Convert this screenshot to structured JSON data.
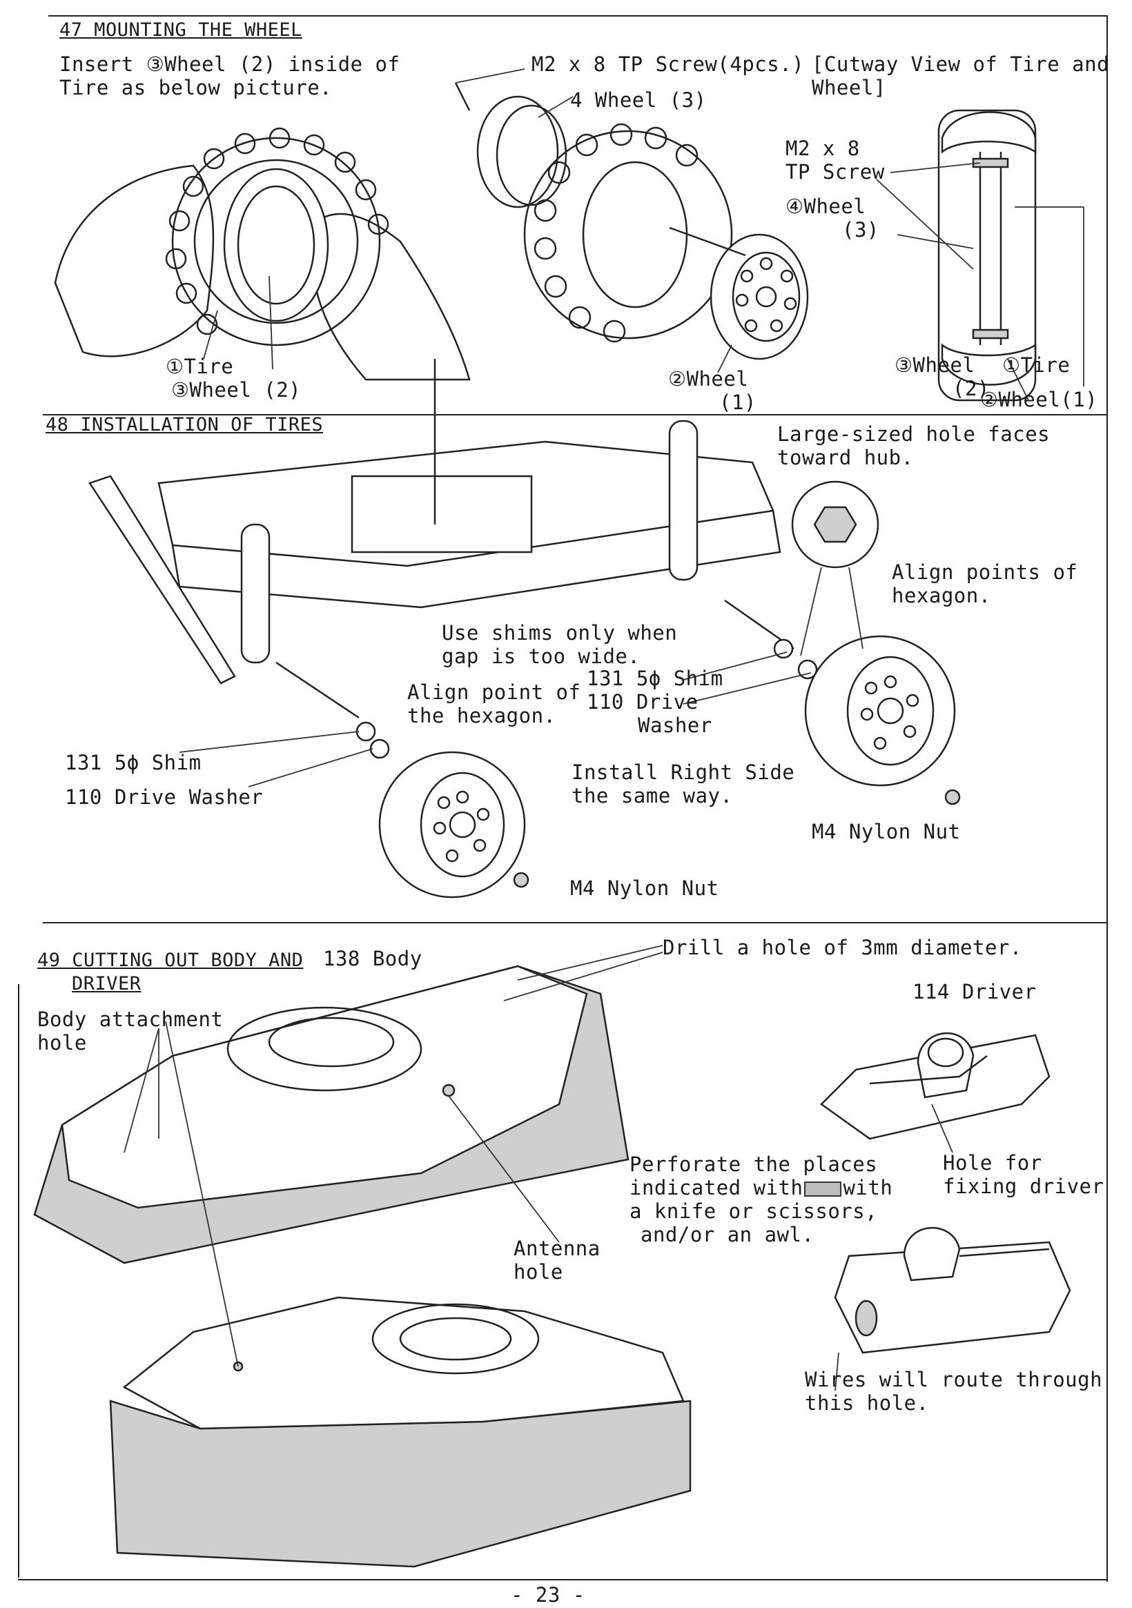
{
  "page_number": "- 23 -",
  "section47": {
    "title": "47 MOUNTING THE WHEEL",
    "instruction_line1": "Insert ③Wheel (2) inside of",
    "instruction_line2": "Tire as below picture.",
    "label_tire": "①Tire",
    "label_wheel2": "③Wheel (2)",
    "label_screw": "M2 x 8 TP Screw(4pcs.)",
    "label_wheel3": "4 Wheel (3)",
    "label_wheel1_a": "②Wheel",
    "label_wheel1_b": "(1)",
    "cutaway_title_a": "[Cutway View of Tire and",
    "cutaway_title_b": "Wheel]",
    "cutaway_screw_a": "M2 x 8",
    "cutaway_screw_b": "TP Screw",
    "cutaway_wheel3_a": "④Wheel",
    "cutaway_wheel3_b": "(3)",
    "cutaway_bottom_wheel": "③Wheel",
    "cutaway_bottom_tire": "①Tire",
    "cutaway_bottom_2": "(2)",
    "cutaway_bottom_wheel1": "②Wheel(1)"
  },
  "section48": {
    "title": "48 INSTALLATION OF TIRES",
    "large_hole_a": "Large-sized hole faces",
    "large_hole_b": "toward hub.",
    "align_points_a": "Align points of",
    "align_points_b": "hexagon.",
    "shims_a": "Use shims only when",
    "shims_b": "gap is too wide.",
    "right_shim": "131 5ϕ Shim",
    "right_drive_a": "110 Drive",
    "right_drive_b": "Washer",
    "align_point_a": "Align point of",
    "align_point_b": "the hexagon.",
    "left_shim": "131 5ϕ Shim",
    "left_drive": "110 Drive Washer",
    "install_right_a": "Install Right Side",
    "install_right_b": "the same way.",
    "nut_right": "M4 Nylon Nut",
    "nut_left": "M4 Nylon Nut"
  },
  "section49": {
    "title_a": "49 CUTTING OUT BODY AND",
    "title_b": "DRIVER",
    "body_label": "138 Body",
    "drill": "Drill a hole of 3mm diameter.",
    "attach_a": "Body attachment",
    "attach_b": "hole",
    "driver_label": "114 Driver",
    "perforate_a": "Perforate the places",
    "perforate_b": "indicated with",
    "perforate_b2": "with",
    "perforate_c": "a knife or scissors,",
    "perforate_d": "and/or an awl.",
    "hole_fix_a": "Hole for",
    "hole_fix_b": "fixing driver",
    "antenna_a": "Antenna",
    "antenna_b": "hole",
    "wires_a": "Wires will route through",
    "wires_b": "this hole."
  }
}
